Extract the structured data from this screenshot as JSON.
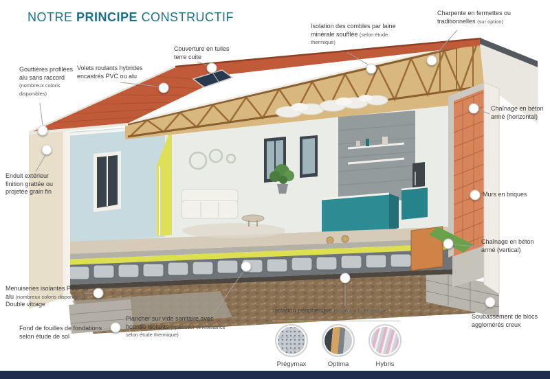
{
  "title": {
    "part1": "NOTRE",
    "part2": "PRINCIPE",
    "part3": "CONSTRUCTIF"
  },
  "callouts": [
    {
      "name": "gouttieres",
      "text": "Gouttières profilées alu sans raccord",
      "note": "(nombreux coloris disponibles)"
    },
    {
      "name": "volets",
      "text": "Volets roulants hybrides encastrés PVC ou alu",
      "note": ""
    },
    {
      "name": "couverture",
      "text": "Couverture en tuiles terre cuite",
      "note": ""
    },
    {
      "name": "isolation_combles",
      "text": "Isolation des combles par laine minérale soufflée",
      "note": "(selon étude thermique)"
    },
    {
      "name": "charpente",
      "text": "Charpente en fermettes ou traditionnelles",
      "note": "(sur option)"
    },
    {
      "name": "chainage_horizontal",
      "text": "Chaînage en béton armé (horizontal)",
      "note": ""
    },
    {
      "name": "murs_briques",
      "text": "Murs en briques",
      "note": ""
    },
    {
      "name": "chainage_vertical",
      "text": "Chaînage en béton armé (vertical)",
      "note": ""
    },
    {
      "name": "soubassement",
      "text": "Soubassement de blocs agglomérés creux",
      "note": ""
    },
    {
      "name": "enduit",
      "text": "Enduit extérieur finition grattée ou projetée grain fin",
      "note": ""
    },
    {
      "name": "menuiseries",
      "text": "Menuiseries isolantes PVC ou alu",
      "note": "(nombreux coloris disponibles).",
      "extra": "Double vitrage"
    },
    {
      "name": "fond_fouilles",
      "text": "Fond de fouilles de fondations selon étude de sol",
      "note": ""
    },
    {
      "name": "plancher",
      "text": "Plancher sur vide sanitaire avec hourdis isolants",
      "note": "(épaisseur et résistance selon étude thermique)"
    },
    {
      "name": "isolation_peripherique",
      "text": "Isolation périphérique",
      "note": "(selon étude thermique)"
    }
  ],
  "legend": {
    "items": [
      {
        "label": "Prégymax"
      },
      {
        "label": "Optima"
      },
      {
        "label": "Hybris"
      }
    ]
  },
  "colors": {
    "accent_teal": "#1b7086",
    "roof_tiles": "#c05a38",
    "bricks": "#d8855c",
    "floor_insulation_yellow": "#dde04e",
    "kitchen_teal": "#2d8b93",
    "earth_brown": "#8a7154",
    "bottom_bar_navy": "#202c4e"
  }
}
